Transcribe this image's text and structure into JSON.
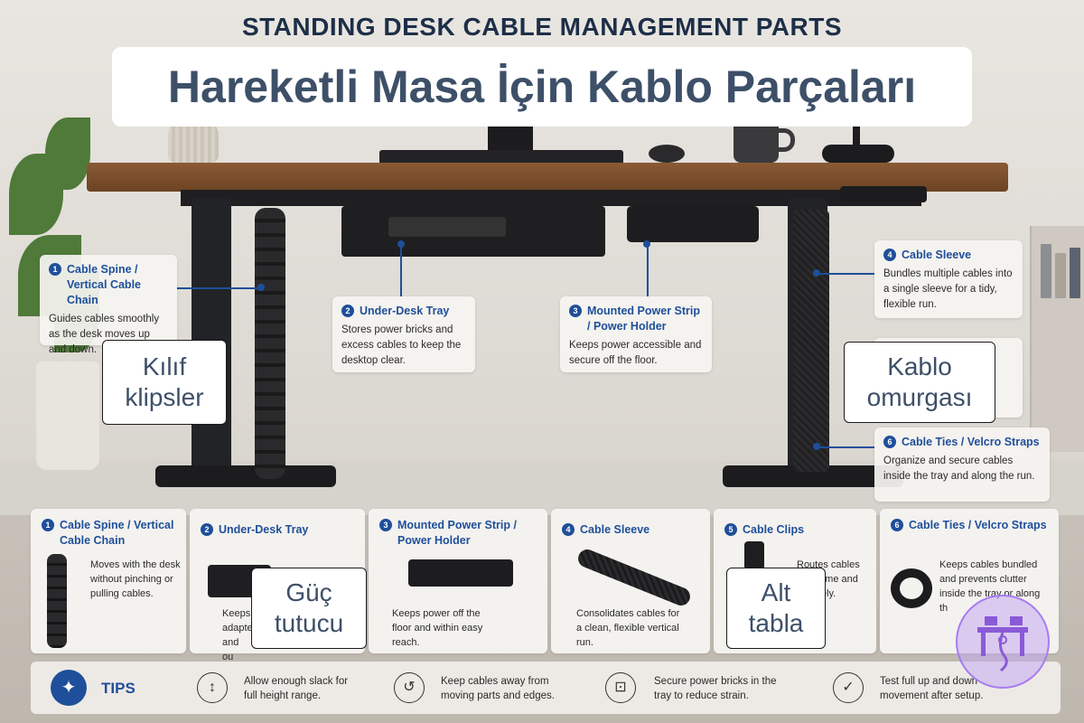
{
  "heading": "STANDING DESK CABLE MANAGEMENT PARTS",
  "title": "Hareketli Masa İçin Kablo Parçaları",
  "callouts": [
    {
      "num": "1",
      "title": "Cable Spine / Vertical Cable Chain",
      "desc": "Guides cables smoothly as the desk moves up and down."
    },
    {
      "num": "2",
      "title": "Under-Desk Tray",
      "desc": "Stores power bricks and excess cables to keep the desktop clear."
    },
    {
      "num": "3",
      "title": "Mounted Power Strip / Power Holder",
      "desc": "Keeps power accessible and secure off the floor."
    },
    {
      "num": "4",
      "title": "Cable Sleeve",
      "desc": "Bundles multiple cables into a single sleeve for a tidy, flexible run."
    },
    {
      "num": "6",
      "title": "Cable Ties / Velcro Straps",
      "desc": "Organize and secure cables inside the tray and along the run."
    }
  ],
  "overlays": {
    "kilif": "Kılıf klipsler",
    "kablo": "Kablo omurgası",
    "guc": "Güç tutucu",
    "alt": "Alt tabla"
  },
  "cards": [
    {
      "num": "1",
      "title": "Cable Spine / Vertical Cable Chain",
      "desc": "Moves with the desk without pinching or pulling cables."
    },
    {
      "num": "2",
      "title": "Under-Desk Tray",
      "desc": "Keeps adapte and ou"
    },
    {
      "num": "3",
      "title": "Mounted Power Strip / Power Holder",
      "desc": "Keeps power off the floor and within easy reach."
    },
    {
      "num": "4",
      "title": "Cable Sleeve",
      "desc": "Consolidates cables for a clean, flexible vertical run."
    },
    {
      "num": "5",
      "title": "Cable Clips",
      "desc": "Routes cables the frame and securely."
    },
    {
      "num": "6",
      "title": "Cable Ties / Velcro Straps",
      "desc": "Keeps cables bundled and prevents clutter inside the tray or along th"
    }
  ],
  "tips": {
    "label": "TIPS",
    "items": [
      {
        "icon": "↕",
        "text": "Allow enough slack for full height range."
      },
      {
        "icon": "↺",
        "text": "Keep cables away from moving parts and edges."
      },
      {
        "icon": "⊡",
        "text": "Secure power bricks in the tray to reduce strain."
      },
      {
        "icon": "✓",
        "text": "Test full up and down movement after setup."
      }
    ]
  }
}
